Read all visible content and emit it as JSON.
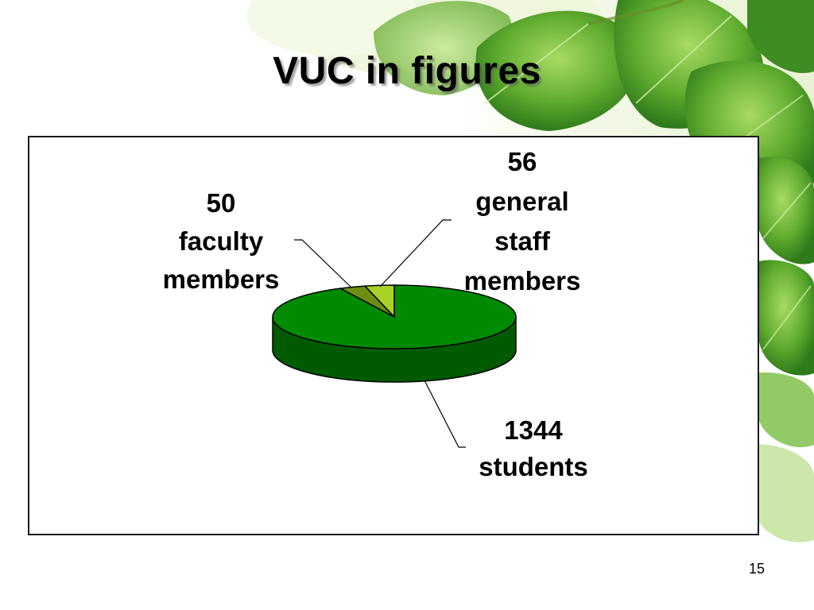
{
  "slide": {
    "title": "VUC in figures",
    "page_number": "15"
  },
  "colors": {
    "students": "#008A00",
    "faculty": "#6B8E12",
    "general_staff": "#A7D324",
    "pie_side": "#005A00"
  },
  "chart_data": {
    "type": "pie",
    "three_d": true,
    "title": "",
    "categories": [
      "students",
      "faculty members",
      "general staff members"
    ],
    "values": [
      1344,
      50,
      56
    ],
    "labels": [
      {
        "lines": [
          "1344",
          "students"
        ]
      },
      {
        "lines": [
          "50",
          "faculty",
          "members"
        ]
      },
      {
        "lines": [
          "56",
          "general",
          "staff",
          "members"
        ]
      }
    ],
    "legend": "none"
  }
}
